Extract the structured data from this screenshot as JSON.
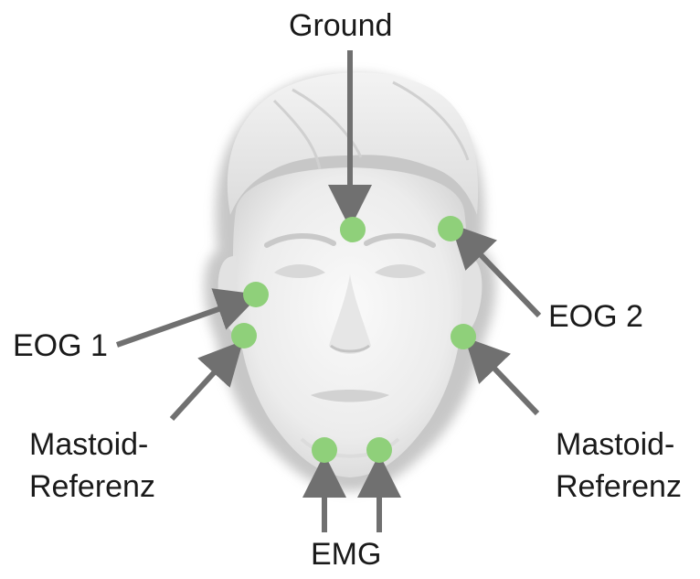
{
  "labels": {
    "ground": "Ground",
    "eog1": "EOG 1",
    "eog2": "EOG 2",
    "mastoid_left_1": "Mastoid-",
    "mastoid_left_2": "Referenz",
    "mastoid_right_1": "Mastoid-",
    "mastoid_right_2": "Referenz",
    "emg": "EMG"
  },
  "colors": {
    "electrode": "#8fd07a",
    "arrow": "#707070",
    "face": "#f1f1f1",
    "face_shadow": "#bdbdbd",
    "hair": "#e4e4e4"
  }
}
